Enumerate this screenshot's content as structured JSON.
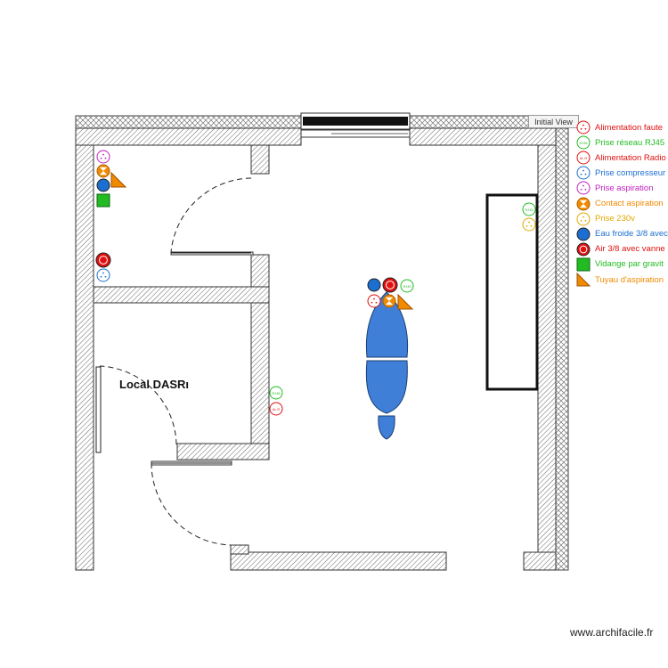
{
  "viewer": {
    "tab_label": "Initial View",
    "watermark": "www.archifacile.fr"
  },
  "room": {
    "label": "Local DASRı"
  },
  "colors": {
    "red": "#e01010",
    "green": "#22bb22",
    "orange": "#f08a00",
    "blue": "#1c6fd0",
    "magenta": "#c020c0",
    "yellow": "#e0a800",
    "furniture_blue": "#3f7fd8"
  },
  "legend": [
    {
      "label": "Alimentation faute",
      "icon": "outlet-fauteuil",
      "color": "#e01010"
    },
    {
      "label": "Prise réseau RJ45",
      "icon": "rj45-outlet",
      "color": "#22bb22"
    },
    {
      "label": "Alimentation Radio",
      "icon": "radio-outlet",
      "color": "#e01010"
    },
    {
      "label": "Prise compresseur",
      "icon": "compressor-outlet",
      "color": "#1c6fd0"
    },
    {
      "label": "Prise aspiration",
      "icon": "suction-outlet",
      "color": "#c020c0"
    },
    {
      "label": "Contact aspiration",
      "icon": "suction-contact",
      "color": "#f08a00"
    },
    {
      "label": "Prise 230v",
      "icon": "230v-outlet",
      "color": "#e0a800"
    },
    {
      "label": "Eau froide 3/8 avec",
      "icon": "cold-water-tap",
      "color": "#1c6fd0"
    },
    {
      "label": "Air 3/8 avec vanne",
      "icon": "air-valve",
      "color": "#e01010"
    },
    {
      "label": "Vidange par gravit",
      "icon": "gravity-drain",
      "color": "#22bb22"
    },
    {
      "label": "Tuyau d'aspiration",
      "icon": "suction-pipe",
      "color": "#f08a00"
    }
  ],
  "symbols": {
    "rj45_tag": "RJ45",
    "radio_tag": "AL R"
  }
}
